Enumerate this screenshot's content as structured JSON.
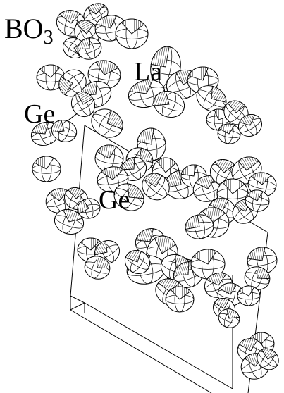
{
  "labels": {
    "bo3": "BO",
    "bo3_sub": "3",
    "la": "La",
    "ge_top": "Ge",
    "ge_mid": "Ge"
  }
}
